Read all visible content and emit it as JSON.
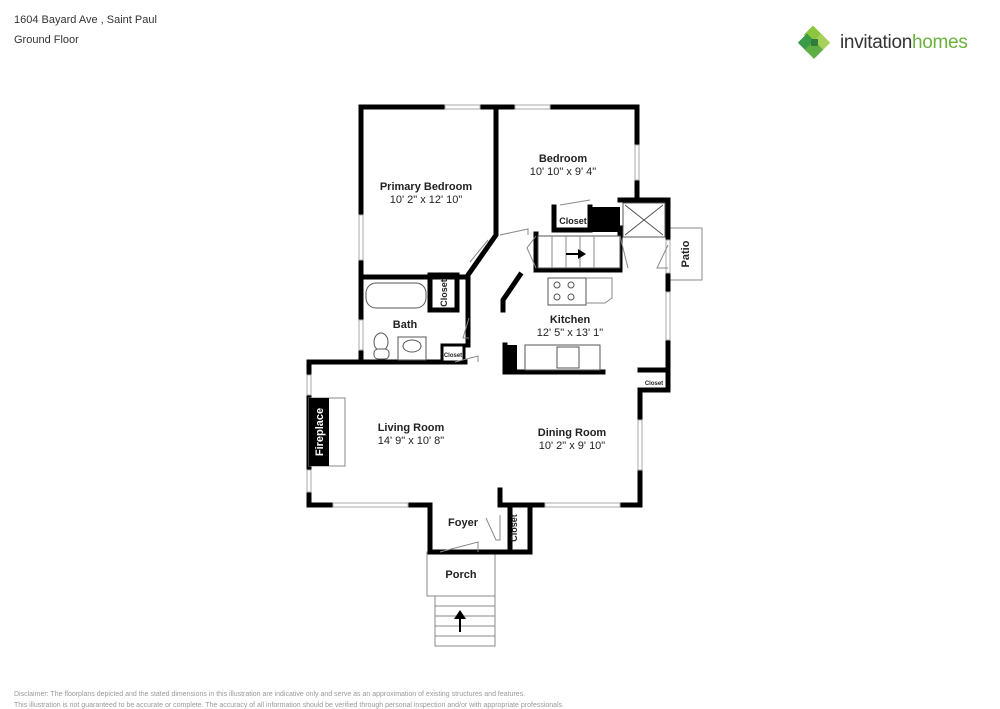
{
  "header": {
    "address": "1604 Bayard Ave , Saint Paul",
    "floor": "Ground Floor"
  },
  "logo": {
    "brand_part1": "invitation",
    "brand_part2": "homes",
    "colors": {
      "dark": "#333333",
      "green": "#6ab23e"
    }
  },
  "rooms": {
    "primary_bedroom": {
      "name": "Primary Bedroom",
      "dims": "10' 2\" x 12' 10\""
    },
    "bedroom": {
      "name": "Bedroom",
      "dims": "10' 10\" x 9' 4\""
    },
    "kitchen": {
      "name": "Kitchen",
      "dims": "12' 5\" x 13' 1\""
    },
    "living_room": {
      "name": "Living Room",
      "dims": "14' 9\" x 10' 8\""
    },
    "dining_room": {
      "name": "Dining Room",
      "dims": "10' 2\" x 9' 10\""
    },
    "bath": {
      "name": "Bath"
    },
    "foyer": {
      "name": "Foyer"
    },
    "porch": {
      "name": "Porch"
    },
    "patio": {
      "name": "Patio"
    },
    "fireplace": {
      "name": "Fireplace"
    },
    "closet_label": "Closet"
  },
  "disclaimer": {
    "line1": "Disclaimer: The floorplans depicted and the stated dimensions in this illustration are indicative only and serve as an approximation of existing structures and features.",
    "line2": "This illustration is not guaranteed to be accurate or complete. The accuracy of all information should be verified through personal inspection and/or with appropriate professionals."
  }
}
